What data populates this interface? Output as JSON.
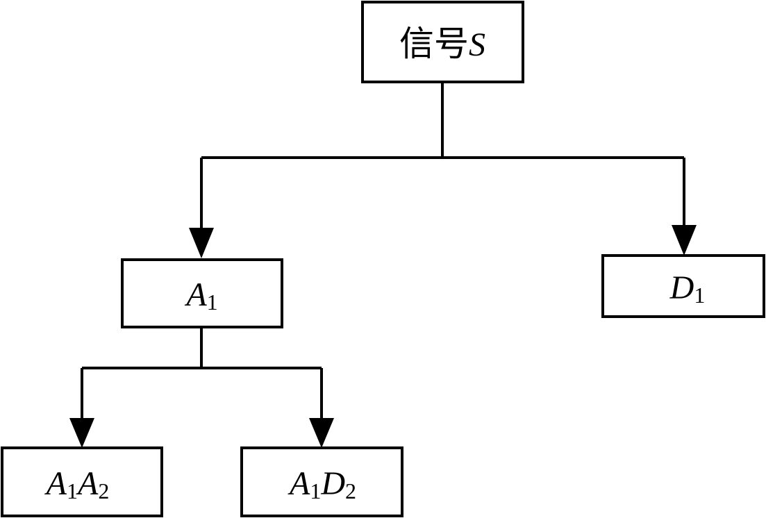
{
  "nodes": {
    "root": {
      "text": "信号",
      "var": "S"
    },
    "a1": {
      "parts": [
        {
          "var": "A",
          "sub": "1"
        }
      ]
    },
    "d1": {
      "parts": [
        {
          "var": "D",
          "sub": "1"
        }
      ]
    },
    "a1a2": {
      "parts": [
        {
          "var": "A",
          "sub": "1"
        },
        {
          "var": "A",
          "sub": "2"
        }
      ]
    },
    "a1d2": {
      "parts": [
        {
          "var": "A",
          "sub": "1"
        },
        {
          "var": "D",
          "sub": "2"
        }
      ]
    }
  },
  "edges": [
    {
      "from": "root",
      "to": "a1"
    },
    {
      "from": "root",
      "to": "d1"
    },
    {
      "from": "a1",
      "to": "a1a2"
    },
    {
      "from": "a1",
      "to": "a1d2"
    }
  ]
}
